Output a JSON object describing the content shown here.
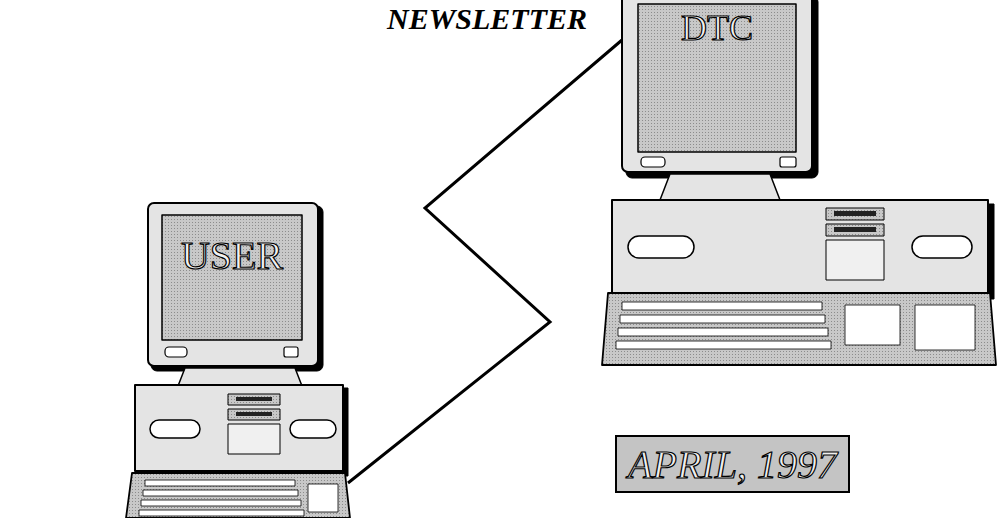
{
  "diagram": {
    "title": "NEWSLETTER",
    "nodes": [
      {
        "text": [
          "USER"
        ]
      },
      {
        "text": [
          "DTC"
        ]
      },
      {
        "text": [
          "APRIL, 1997"
        ]
      }
    ],
    "edges": [
      {
        "from": 0,
        "to": 1,
        "arrow": "none"
      }
    ]
  }
}
